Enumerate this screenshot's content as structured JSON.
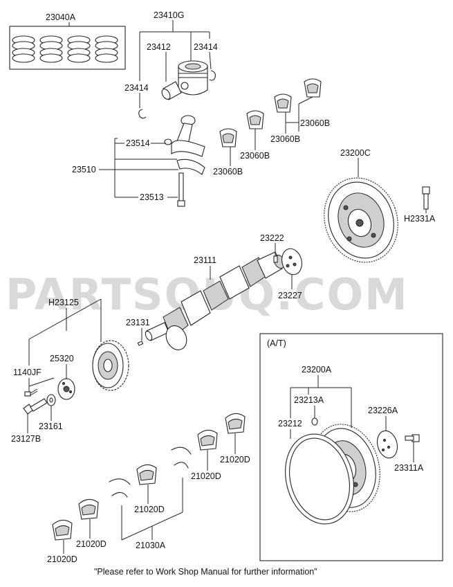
{
  "watermark": "PARTSOUQ.COM",
  "labels": {
    "p23040A": "23040A",
    "p23410G": "23410G",
    "p23412": "23412",
    "p23414a": "23414",
    "p23414b": "23414",
    "p23514": "23514",
    "p23510": "23510",
    "p23513": "23513",
    "p23060B_1": "23060B",
    "p23060B_2": "23060B",
    "p23060B_3": "23060B",
    "p23200C": "23200C",
    "pH2331A": "H2331A",
    "p23222": "23222",
    "p23111": "23111",
    "p23227": "23227",
    "pH23125": "H23125",
    "p23131": "23131",
    "p25320": "25320",
    "p1140JF": "1140JF",
    "p23161": "23161",
    "p23127B": "23127B",
    "at_title": "(A/T)",
    "p23200A": "23200A",
    "p23213A": "23213A",
    "p23212": "23212",
    "p23226A": "23226A",
    "p23311A": "23311A",
    "p21020D_1": "21020D",
    "p21020D_2": "21020D",
    "p21020D_3": "21020D",
    "p21020D_4": "21020D",
    "p21020D_5": "21020D",
    "p21030A": "21030A"
  },
  "footer_note": "\"Please refer to Work Shop Manual for further information\""
}
